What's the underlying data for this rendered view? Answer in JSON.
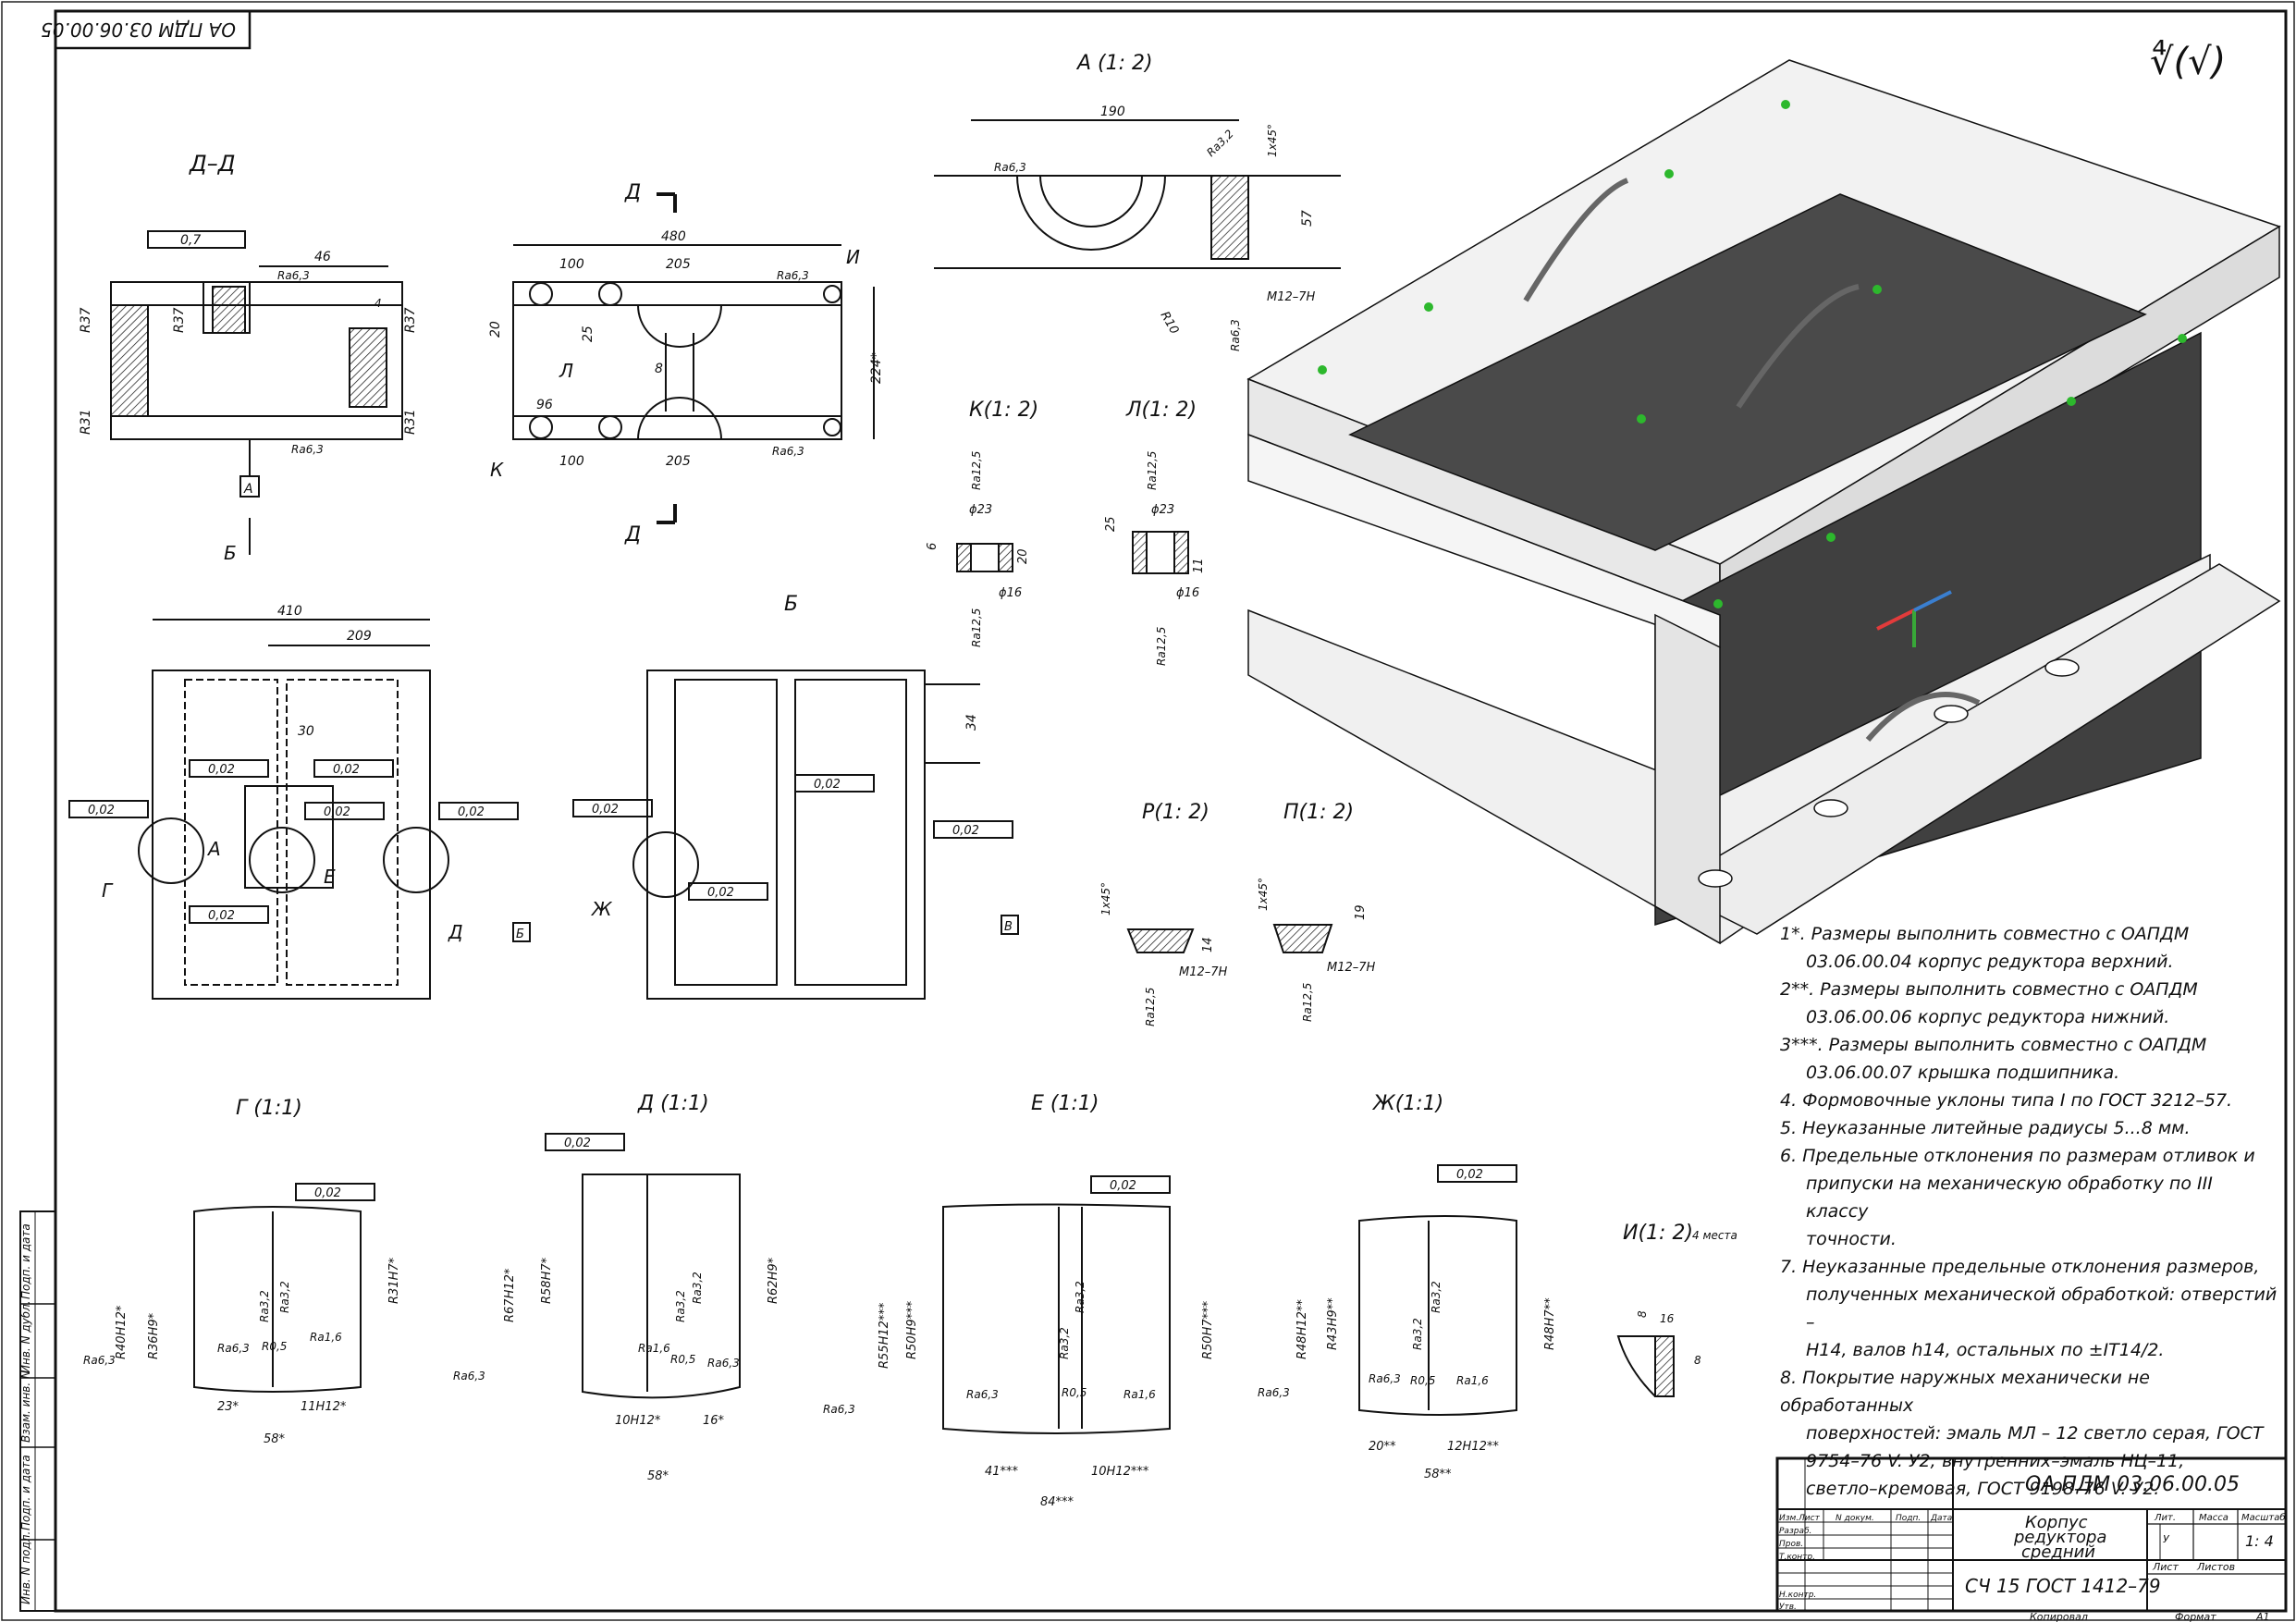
{
  "drawing_number": "ОА ПДМ 03.06.00.05",
  "drawing_number_rotated": "ОА ПДМ 03.06.00.05",
  "roughness_symbol": "∜(√)",
  "views": {
    "dd": "Д–Д",
    "a": "А (1: 2)",
    "k": "К(1: 2)",
    "l": "Л(1: 2)",
    "b": "Б",
    "r": "Р(1: 2)",
    "p": "П(1: 2)",
    "g": "Г (1:1)",
    "d": "Д (1:1)",
    "e": "Е (1:1)",
    "zh": "Ж(1:1)",
    "i": "И(1: 2)",
    "i_note": "4 места"
  },
  "dims": {
    "d480": "480",
    "d205a": "205",
    "d205b": "205",
    "d100a": "100",
    "d100b": "100",
    "d96": "96",
    "d224": "224*",
    "d20": "20",
    "d25": "25",
    "d8": "8",
    "d46": "46",
    "d4": "4",
    "d190": "190",
    "d57": "57",
    "d1x45": "1x45°",
    "dm12": "M12–7H",
    "dr10": "R10",
    "d410": "410",
    "d209": "209",
    "d30": "30",
    "d34": "34",
    "d23": "ϕ23",
    "d16": "ϕ16",
    "d6": "6",
    "d20b": "20",
    "d11": "11",
    "d14": "14",
    "d19": "19",
    "r37": "R37",
    "r31": "R31",
    "ra63": "Ra6,3",
    "ra125": "Ra12,5",
    "ra32": "Ra3,2",
    "ra16": "Ra1,6",
    "r05": "R0,5",
    "tol_par": "0,7",
    "tol_run": "0,02",
    "base_a": "А",
    "base_b": "Б",
    "base_v": "В",
    "lbl_g": "Г",
    "lbl_e": "Е",
    "lbl_d": "Д",
    "lbl_zh": "Ж",
    "lbl_a": "А",
    "lbl_k": "К",
    "lbl_l": "Л",
    "lbl_i": "И",
    "lbl_b": "Б",
    "g_r40": "R40H12*",
    "g_r36": "R36H9*",
    "g_r31": "R31H7*",
    "g_23": "23*",
    "g_11": "11H12*",
    "g_58": "58*",
    "d_r67": "R67H12*",
    "d_r58": "R58H7*",
    "d_r62": "R62H9*",
    "d_10": "10H12*",
    "d_16": "16*",
    "d_58": "58*",
    "e_r55": "R55H12***",
    "e_r50": "R50H9***",
    "e_r50b": "R50H7***",
    "e_41": "41***",
    "e_10": "10H12***",
    "e_84": "84***",
    "zh_r48": "R48H12**",
    "zh_r43": "R43H9**",
    "zh_r48b": "R48H7**",
    "zh_20": "20**",
    "zh_12": "12H12**",
    "zh_58": "58**",
    "i_8": "8",
    "i_16": "16"
  },
  "notes": [
    "1*. Размеры выполнить совместно с ОАПДМ",
    "03.06.00.04 корпус редуктора верхний.",
    "2**. Размеры выполнить совместно с ОАПДМ",
    "03.06.00.06 корпус редуктора нижний.",
    "3***. Размеры выполнить совместно с ОАПДМ",
    "03.06.00.07 крышка подшипника.",
    "4. Формовочные уклоны типа I по ГОСТ 3212–57.",
    "5. Неуказанные литейные радиусы 5...8 мм.",
    "6. Предельные отклонения по размерам отливок и",
    "припуски на механическую обработку по III классу",
    "точности.",
    "7. Неуказанные предельные отклонения размеров,",
    "полученных механической обработкой: отверстий –",
    "H14, валов h14, остальных по ±IT14/2.",
    "8. Покрытие наружных механически не обработанных",
    "поверхностей: эмаль МЛ – 12 светло серая, ГОСТ",
    "9754–76 V. У2; внутренних–эмаль НЦ–11,",
    "светло–кремовая, ГОСТ 9198–76 V. У2."
  ],
  "title_block": {
    "code": "ОА ПДМ 03.06.00.05",
    "name_line1": "Корпус",
    "name_line2": "редуктора",
    "name_line3": "средний",
    "material": "СЧ 15 ГОСТ 1412–79",
    "col_izm": "Изм.",
    "col_list": "Лист",
    "col_ndokum": "N докум.",
    "col_podp": "Подп.",
    "col_data": "Дата",
    "row_razrab": "Разраб.",
    "row_prov": "Пров.",
    "row_tkontr": "Т.контр.",
    "row_nkontr": "Н.контр.",
    "row_utv": "Утв.",
    "lit": "Лит.",
    "massa": "Масса",
    "masshtab": "Масштаб",
    "lit_value": "У",
    "scale_value": "1: 4",
    "list": "Лист",
    "listov": "Листов",
    "kopiroval": "Копировал",
    "format": "Формат",
    "format_value": "A1"
  },
  "side_stamp": [
    "Инв. N подл.",
    "Подп. и дата",
    "Взам. инв. N",
    "Инв. N дубл.",
    "Подп. и дата"
  ]
}
